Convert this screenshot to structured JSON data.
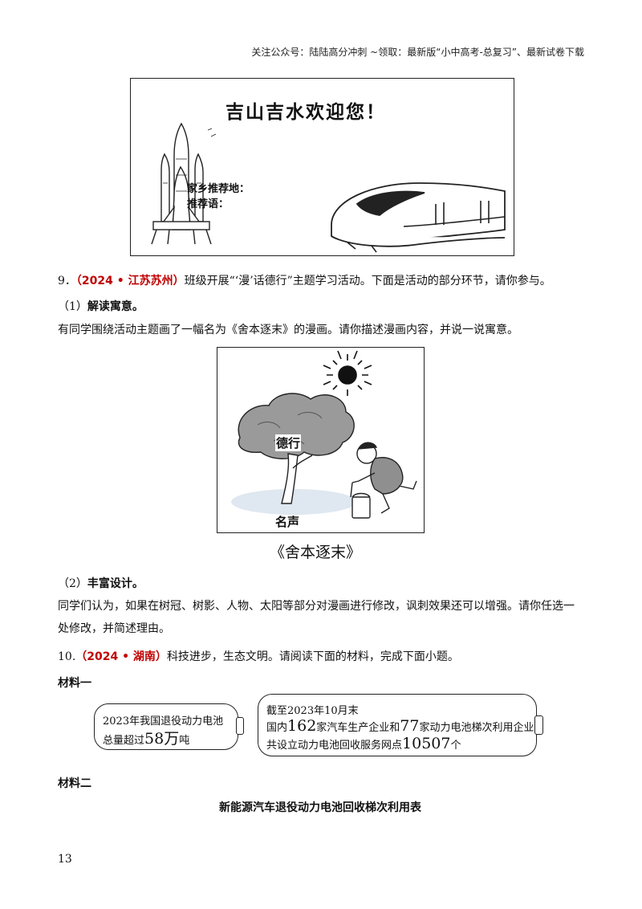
{
  "header": {
    "text": "关注公众号：陆陆高分冲刺 ~领取：最新版“小中高考-总复习”、最新试卷下载"
  },
  "poster": {
    "title": "吉山吉水欢迎您！",
    "line1": "家乡推荐地：",
    "line2": "推荐语："
  },
  "q9": {
    "number": "9．",
    "source": "（2024 • 江苏苏州）",
    "stem": "班级开展“‘漫’话德行”主题学习活动。下面是活动的部分环节，请你参与。",
    "part1_num": "（1）",
    "part1_title": "解读寓意。",
    "part1_text": "有同学围绕活动主题画了一幅名为《舍本逐末》的漫画。请你描述漫画内容，并说一说寓意。",
    "cartoon_label_tree": "德行",
    "cartoon_label_ground": "名声",
    "cartoon_caption": "《舍本逐末》",
    "part2_num": "（2）",
    "part2_title": "丰富设计。",
    "part2_text_line1": "同学们认为，如果在树冠、树影、人物、太阳等部分对漫画进行修改，讽刺效果还可以增强。请你任选一",
    "part2_text_line2": "处修改，并简述理由。"
  },
  "q10": {
    "number": "10.",
    "source": "（2024 • 湖南）",
    "stem": "科技进步，生态文明。请阅读下面的材料，完成下面小题。",
    "material1_label": "材料一",
    "battery1": {
      "line1": "2023年我国退役动力电池",
      "line2_pre": "总量超过",
      "line2_num": "58万",
      "line2_post": "吨"
    },
    "battery2": {
      "line1": "截至2023年10月末",
      "line2_a": "国内",
      "line2_num1": "162",
      "line2_b": "家汽车生产企业和",
      "line2_num2": "77",
      "line2_c": "家动力电池梯次利用企业",
      "line3_a": "共设立动力电池回收服务网点",
      "line3_num": "10507",
      "line3_b": "个"
    },
    "material2_label": "材料二",
    "table_title": "新能源汽车退役动力电池回收梯次利用表"
  },
  "page_number": "13"
}
